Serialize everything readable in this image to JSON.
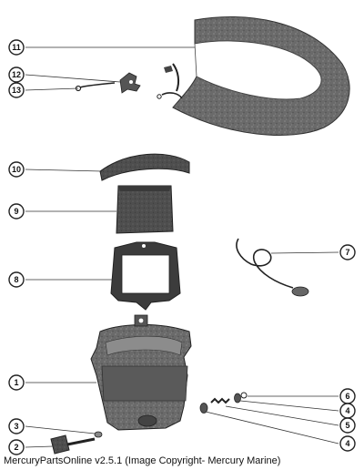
{
  "caption": "MercuryPartsOnline v2.5.1 (Image Copyright- Mercury Marine)",
  "callouts": [
    {
      "id": "c11",
      "number": "11"
    },
    {
      "id": "c12",
      "number": "12"
    },
    {
      "id": "c13",
      "number": "13"
    },
    {
      "id": "c10",
      "number": "10"
    },
    {
      "id": "c9",
      "number": "9"
    },
    {
      "id": "c8",
      "number": "8"
    },
    {
      "id": "c7",
      "number": "7"
    },
    {
      "id": "c1",
      "number": "1"
    },
    {
      "id": "c6",
      "number": "6"
    },
    {
      "id": "c4a",
      "number": "4"
    },
    {
      "id": "c5",
      "number": "5"
    },
    {
      "id": "c4b",
      "number": "4"
    },
    {
      "id": "c3",
      "number": "3"
    },
    {
      "id": "c2",
      "number": "2"
    }
  ]
}
